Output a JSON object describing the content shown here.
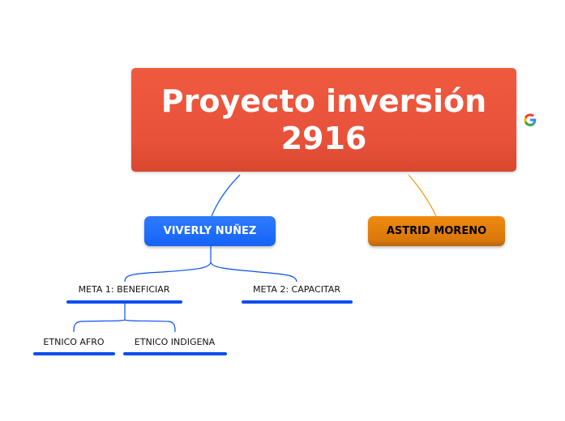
{
  "root": {
    "title": "Proyecto inversión\n2916",
    "color": "#e8513a"
  },
  "branches": {
    "left": {
      "label": "VIVERLY NUÑEZ",
      "color": "#1463f5"
    },
    "right": {
      "label": "ASTRID MORENO",
      "color": "#e47f0c"
    }
  },
  "leaves": {
    "meta1": "META 1: BENEFICIAR",
    "meta2": "META 2: CAPACITAR",
    "etnico_afro": "ETNICO AFRO",
    "etnico_indigena": "ETNICO INDIGENA"
  },
  "icons": {
    "side_icon": "google-g-icon"
  },
  "colors": {
    "line_blue": "#0b4ff0",
    "line_orange": "#f0a020"
  }
}
